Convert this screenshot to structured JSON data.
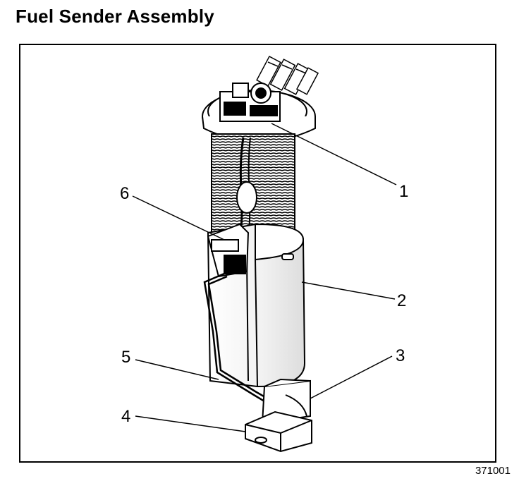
{
  "title": "Fuel Sender Assembly",
  "figure_id": "371001",
  "callouts": [
    {
      "id": "1",
      "label": "1"
    },
    {
      "id": "2",
      "label": "2"
    },
    {
      "id": "3",
      "label": "3"
    },
    {
      "id": "4",
      "label": "4"
    },
    {
      "id": "5",
      "label": "5"
    },
    {
      "id": "6",
      "label": "6"
    }
  ]
}
